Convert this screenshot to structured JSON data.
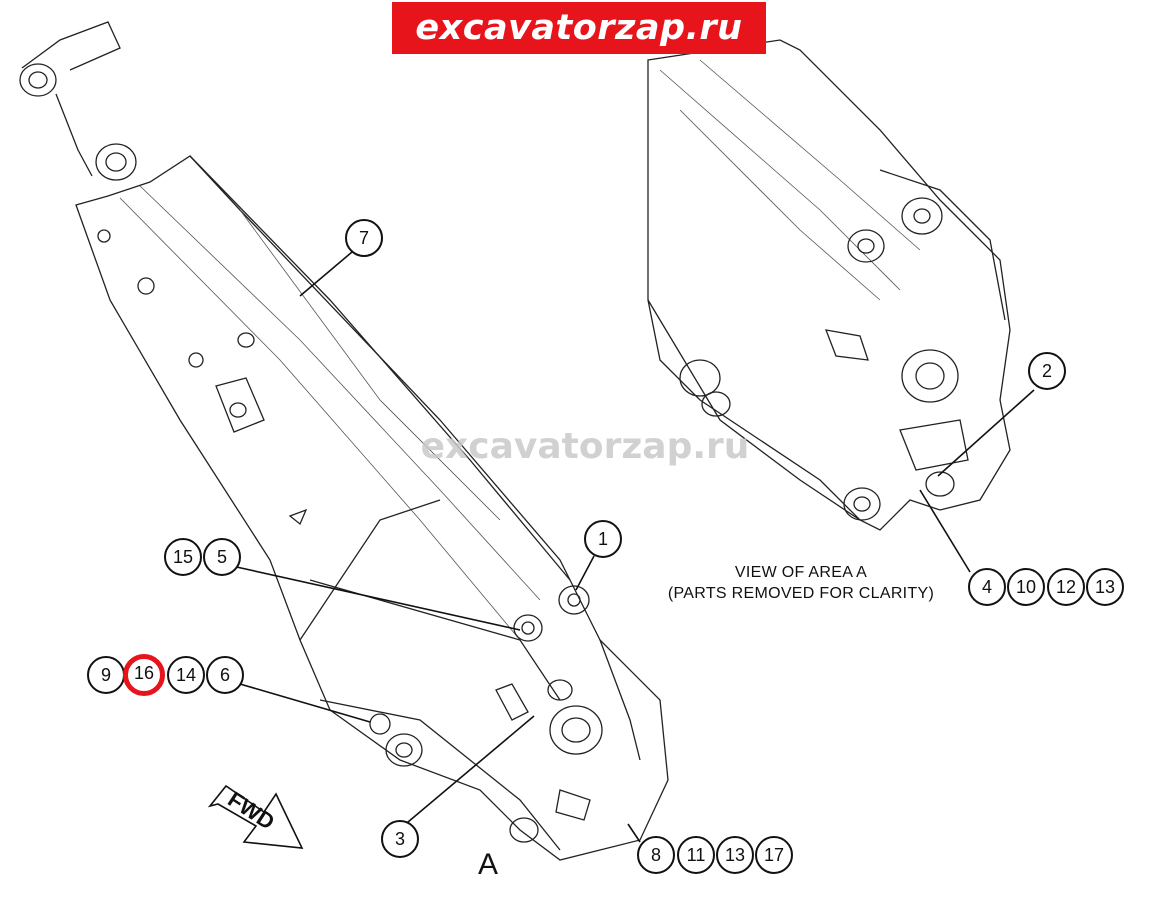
{
  "banner": {
    "text": "excavatorzap.ru",
    "bg_color": "#e8141c"
  },
  "watermark": {
    "text": "excavatorzap.ru"
  },
  "view_note": {
    "line1": "VIEW OF AREA A",
    "line2": "(PARTS REMOVED FOR CLARITY)"
  },
  "view_letter": "A",
  "fwd_label": "FWD",
  "highlight_color": "#e8141c",
  "callouts": {
    "c7": "7",
    "c1": "1",
    "c2": "2",
    "c3": "3",
    "c15": "15",
    "c5": "5",
    "c9": "9",
    "c16": "16",
    "c14": "14",
    "c6": "6",
    "c4": "4",
    "c10": "10",
    "c12": "12",
    "c13a": "13",
    "c8": "8",
    "c11": "11",
    "c13b": "13",
    "c17": "17"
  }
}
